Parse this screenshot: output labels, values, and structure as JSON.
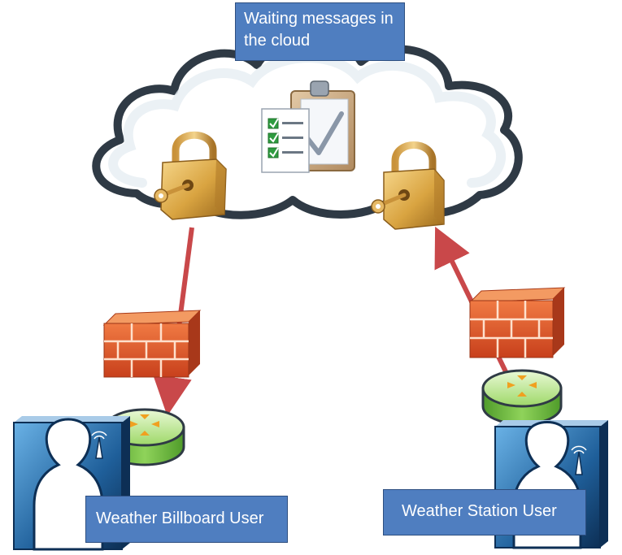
{
  "cloud": {
    "label": "Waiting messages in the cloud",
    "fill_color": "#ffffff",
    "outline_color": "#2f3a45",
    "icons": [
      "clipboard-icon",
      "padlock-icon"
    ]
  },
  "billboard": {
    "label": "Weather Billboard User",
    "icons": [
      "user-avatar-icon",
      "router-icon",
      "firewall-icon"
    ]
  },
  "station": {
    "label": "Weather Station User",
    "icons": [
      "user-avatar-icon",
      "router-icon",
      "firewall-icon"
    ]
  },
  "colors": {
    "arrow": "#c9484a",
    "label_bg": "#4f7ec0",
    "label_border": "#2e4f80",
    "brick": "#e0542b",
    "router": "#7fcf4a",
    "avatar": "#1f5f9a",
    "lock": "#d9a441"
  }
}
